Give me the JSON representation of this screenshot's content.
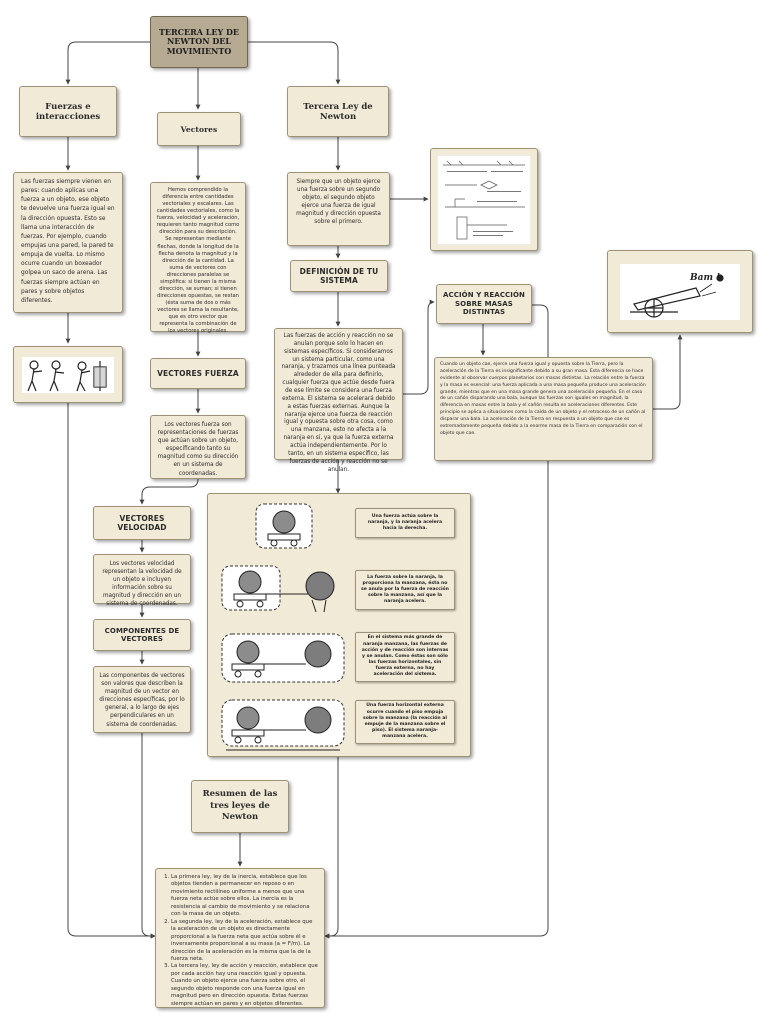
{
  "root": {
    "title": "TERCERA LEY DE NEWTON DEL MOVIMIENTO"
  },
  "fuerzas": {
    "title": "Fuerzas e interacciones",
    "text": "Las fuerzas siempre vienen en pares: cuando aplicas una fuerza a un objeto, ese objeto te devuelve una fuerza igual en la dirección opuesta. Esto se llama una interacción de fuerzas. Por ejemplo, cuando empujas una pared, la pared te empuja de vuelta. Lo mismo ocurre cuando un boxeador golpea un saco de arena. Las fuerzas siempre actúan en pares y sobre objetos diferentes."
  },
  "vectores": {
    "title": "Vectores",
    "text": "Hemos comprendido la diferencia entre cantidades vectoriales y escalares. Las cantidades vectoriales, como la fuerza, velocidad y aceleración, requieren tanto magnitud como dirección para su descripción. Se representan mediante flechas, donde la longitud de la flecha denota la magnitud y la dirección de la cantidad. La suma de vectores con direcciones paralelas se simplifica: si tienen la misma dirección, se suman; si tienen direcciones opuestas, se restan (ésta suma de dos o más vectores se llama la resultante, que es otro vector que representa la combinación de los vectores originales."
  },
  "vectores_fuerza": {
    "title": "VECTORES FUERZA",
    "text": "Los vectores fuerza son representaciones de fuerzas que actúan sobre un objeto, especificando tanto su magnitud como su dirección en un sistema de coordenadas."
  },
  "vectores_velocidad": {
    "title": "VECTORES VELOCIDAD",
    "text": "Los vectores velocidad representan la velocidad de un objeto e incluyen información sobre su magnitud y dirección en un sistema de coordenadas."
  },
  "componentes": {
    "title": "COMPONENTES DE VECTORES",
    "text": "Las componentes de vectores son valores que describen la magnitud de un vector en direcciones específicas, por lo general, a lo largo de ejes perpendiculares en un sistema de coordenadas."
  },
  "tercera": {
    "title": "Tercera Ley de Newton",
    "text": "Siempre que un objeto ejerce una fuerza sobre un segundo objeto, el segundo objeto ejerce una fuerza de igual magnitud y dirección opuesta sobre el primero."
  },
  "definicion": {
    "title": "DEFINICIÓN DE TU SISTEMA",
    "text": "Las fuerzas de acción y reacción no se anulan porque solo lo hacen en sistemas específicos. Si consideramos un sistema particular, como una naranja, y trazamos una línea punteada alrededor de ella para definirlo, cualquier fuerza que actúe desde fuera de ese límite se considera una fuerza externa. El sistema se acelerará debido a estas fuerzas externas. Aunque la naranja ejerce una fuerza de reacción igual y opuesta sobre otra cosa, como una manzana, esto no afecta a la naranja en sí, ya que la fuerza externa actúa independientemente. Por lo tanto, en un sistema específico, las fuerzas de acción y reacción no se anulan."
  },
  "accion": {
    "title": "ACCIÓN Y REACCIÓN SOBRE MASAS DISTINTAS",
    "text": "Cuando un objeto cae, ejerce una fuerza igual y opuesta sobre la Tierra, pero la aceleración de la Tierra es insignificante debido a su gran masa. Esta diferencia se hace evidente al observar cuerpos planetarios con masas distintas. La relación entre la fuerza y la masa es esencial: una fuerza aplicada a una masa pequeña produce una aceleración grande, mientras que en una masa grande genera una aceleración pequeña. En el caso de un cañón disparando una bala, aunque las fuerzas son iguales en magnitud, la diferencia en masas entre la bala y el cañón resulta en aceleraciones diferentes. Este principio se aplica a situaciones como la caída de un objeto y el retroceso de un cañón al disparar una bala. La aceleración de la Tierra en respuesta a un objeto que cae es extremadamente pequeña debido a la enorme masa de la Tierra en comparación con el objeto que cae."
  },
  "naranja_captions": [
    "Una fuerza actúa sobre la naranja, y la naranja acelera hacia la derecha.",
    "La fuerza sobre la naranja, la proporciona la manzana, ésta no se anula por la fuerza de reacción sobre la manzana, así que la naranja acelera.",
    "En el sistema más grande de naranja manzana, las fuerzas de acción y de reacción son internas y se anulan. Como éstas son sólo las fuerzas horizontales, sin fuerza externa, no hay aceleración del sistema.",
    "Una fuerza horizontal externa ocurre cuando el piso empuja sobre la manzana (la reacción al empuje de la manzana sobre el piso). El sistema naranja-manzana acelera."
  ],
  "resumen": {
    "title": "Resumen de las tres leyes de Newton",
    "items": [
      "La primera ley, ley de la inercia, establece que los objetos tienden a permanecer en reposo o en movimiento rectilíneo uniforme a menos que una fuerza neta actúe sobre ellos. La inercia es la resistencia al cambio de movimiento y se relaciona con la masa de un objeto.",
      "La segunda ley, ley de la aceleración, establece que la aceleración de un objeto es directamente proporcional a la fuerza neta que actúa sobre él e inversamente proporcional a su masa (a = F/m). La dirección de la aceleración es la misma que la de la fuerza neta.",
      "La tercera ley, ley de acción y reacción, establece que por cada acción hay una reacción igual y opuesta. Cuando un objeto ejerce una fuerza sobre otro, el segundo objeto responde con una fuerza igual en magnitud pero en dirección opuesta. Estas fuerzas siempre actúan en pares y en objetos diferentes."
    ]
  },
  "colors": {
    "box": "#f1ead7",
    "root": "#b6ab92",
    "border": "#9b9278",
    "line": "#444444"
  },
  "icons": [
    "boxer-illustration",
    "force-diagrams-illustration",
    "cannon-illustration",
    "orange-apple-cart-illustration"
  ]
}
